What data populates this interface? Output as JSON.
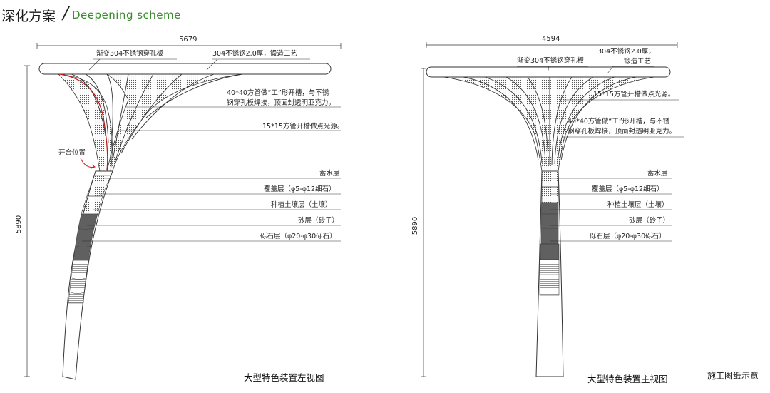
{
  "header": {
    "title_cn": "深化方案",
    "slash": "/",
    "title_en": "Deepening scheme"
  },
  "left_view": {
    "width_dim": "5679",
    "height_dim": "5890",
    "labels": {
      "perforated_plate": "渐变304不锈钢穿孔板",
      "stainless": "304不锈钢2.0厚，锻造工艺",
      "tube_line1": "40*40方管做“工”形开槽，与不锈",
      "tube_line2": "钢穿孔板焊接，顶面封透明亚克力。",
      "light": "15*15方管开槽做点光源。",
      "open": "开合位置",
      "water": "蓄水层",
      "cover": "覆盖层（φ5-φ12细石）",
      "soil": "种植土壤层（土壤）",
      "sand": "砂层（砂子）",
      "gravel": "砾石层（φ20-φ30砾石）"
    },
    "title": "大型特色装置左视图"
  },
  "front_view": {
    "width_dim": "4594",
    "height_dim": "5890",
    "labels": {
      "perforated_plate": "渐变304不锈钢穿孔板",
      "stainless_line1": "304不锈钢2.0厚，",
      "stainless_line2": "锻造工艺",
      "light": "15*15方管开槽做点光源。",
      "tube_line1": "40*40方管做“工”形开槽，与不锈",
      "tube_line2": "钢穿孔板焊接，顶面封透明亚克力。",
      "water": "蓄水层",
      "cover": "覆盖层（φ5-φ12细石）",
      "soil": "种植土壤层（土壤）",
      "sand": "砂层（砂子）",
      "gravel": "砾石层（φ20-φ30砾石）"
    },
    "title": "大型特色装置主视图"
  },
  "note": "施工图纸示意",
  "colors": {
    "header_en": "#3a8a2e",
    "opening_line": "#c41a1a",
    "line": "#333333",
    "dark_fill": "#555555"
  }
}
